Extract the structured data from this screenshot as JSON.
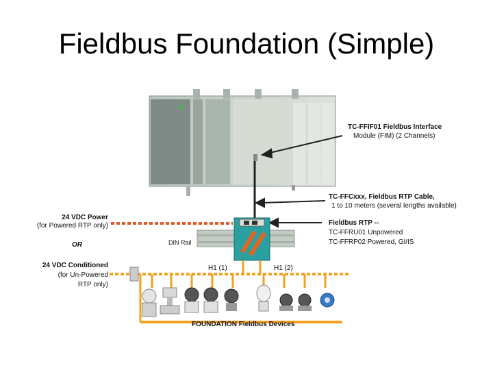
{
  "slide": {
    "title": "Fieldbus Foundation (Simple)"
  },
  "labels": {
    "fim_line1": "TC-FFIF01 Fieldbus Interface",
    "fim_line2": "Module (FIM)  (2 Channels)",
    "cable_line1": "TC-FFCxxx, Fieldbus RTP Cable,",
    "cable_line2": "1 to 10 meters (several lengths available)",
    "rtp_line1": "Fieldbus RTP --",
    "rtp_line2": "TC-FFRU01 Unpowered",
    "rtp_line3": "TC-FFRP02 Powered, GI/IS",
    "power_line1": "24 VDC Power",
    "power_line2": "(for Powered RTP only)",
    "or": "OR",
    "cond_line1": "24 VDC Conditioned",
    "cond_line2": "(for Un-Powered",
    "cond_line3": "RTP only)",
    "din_rail": "DIN Rail",
    "h1_1": "H1 (1)",
    "h1_2": "H1 (2)",
    "devices": "FOUNDATION Fieldbus Devices"
  },
  "colors": {
    "bus": "#f2a020",
    "power_line": "#e05a2a",
    "rtp_body": "#2aa0a0",
    "rtp_stripe": "#e8641e",
    "rack": "#c8d2c8",
    "device_blue": "#3a78c8"
  }
}
